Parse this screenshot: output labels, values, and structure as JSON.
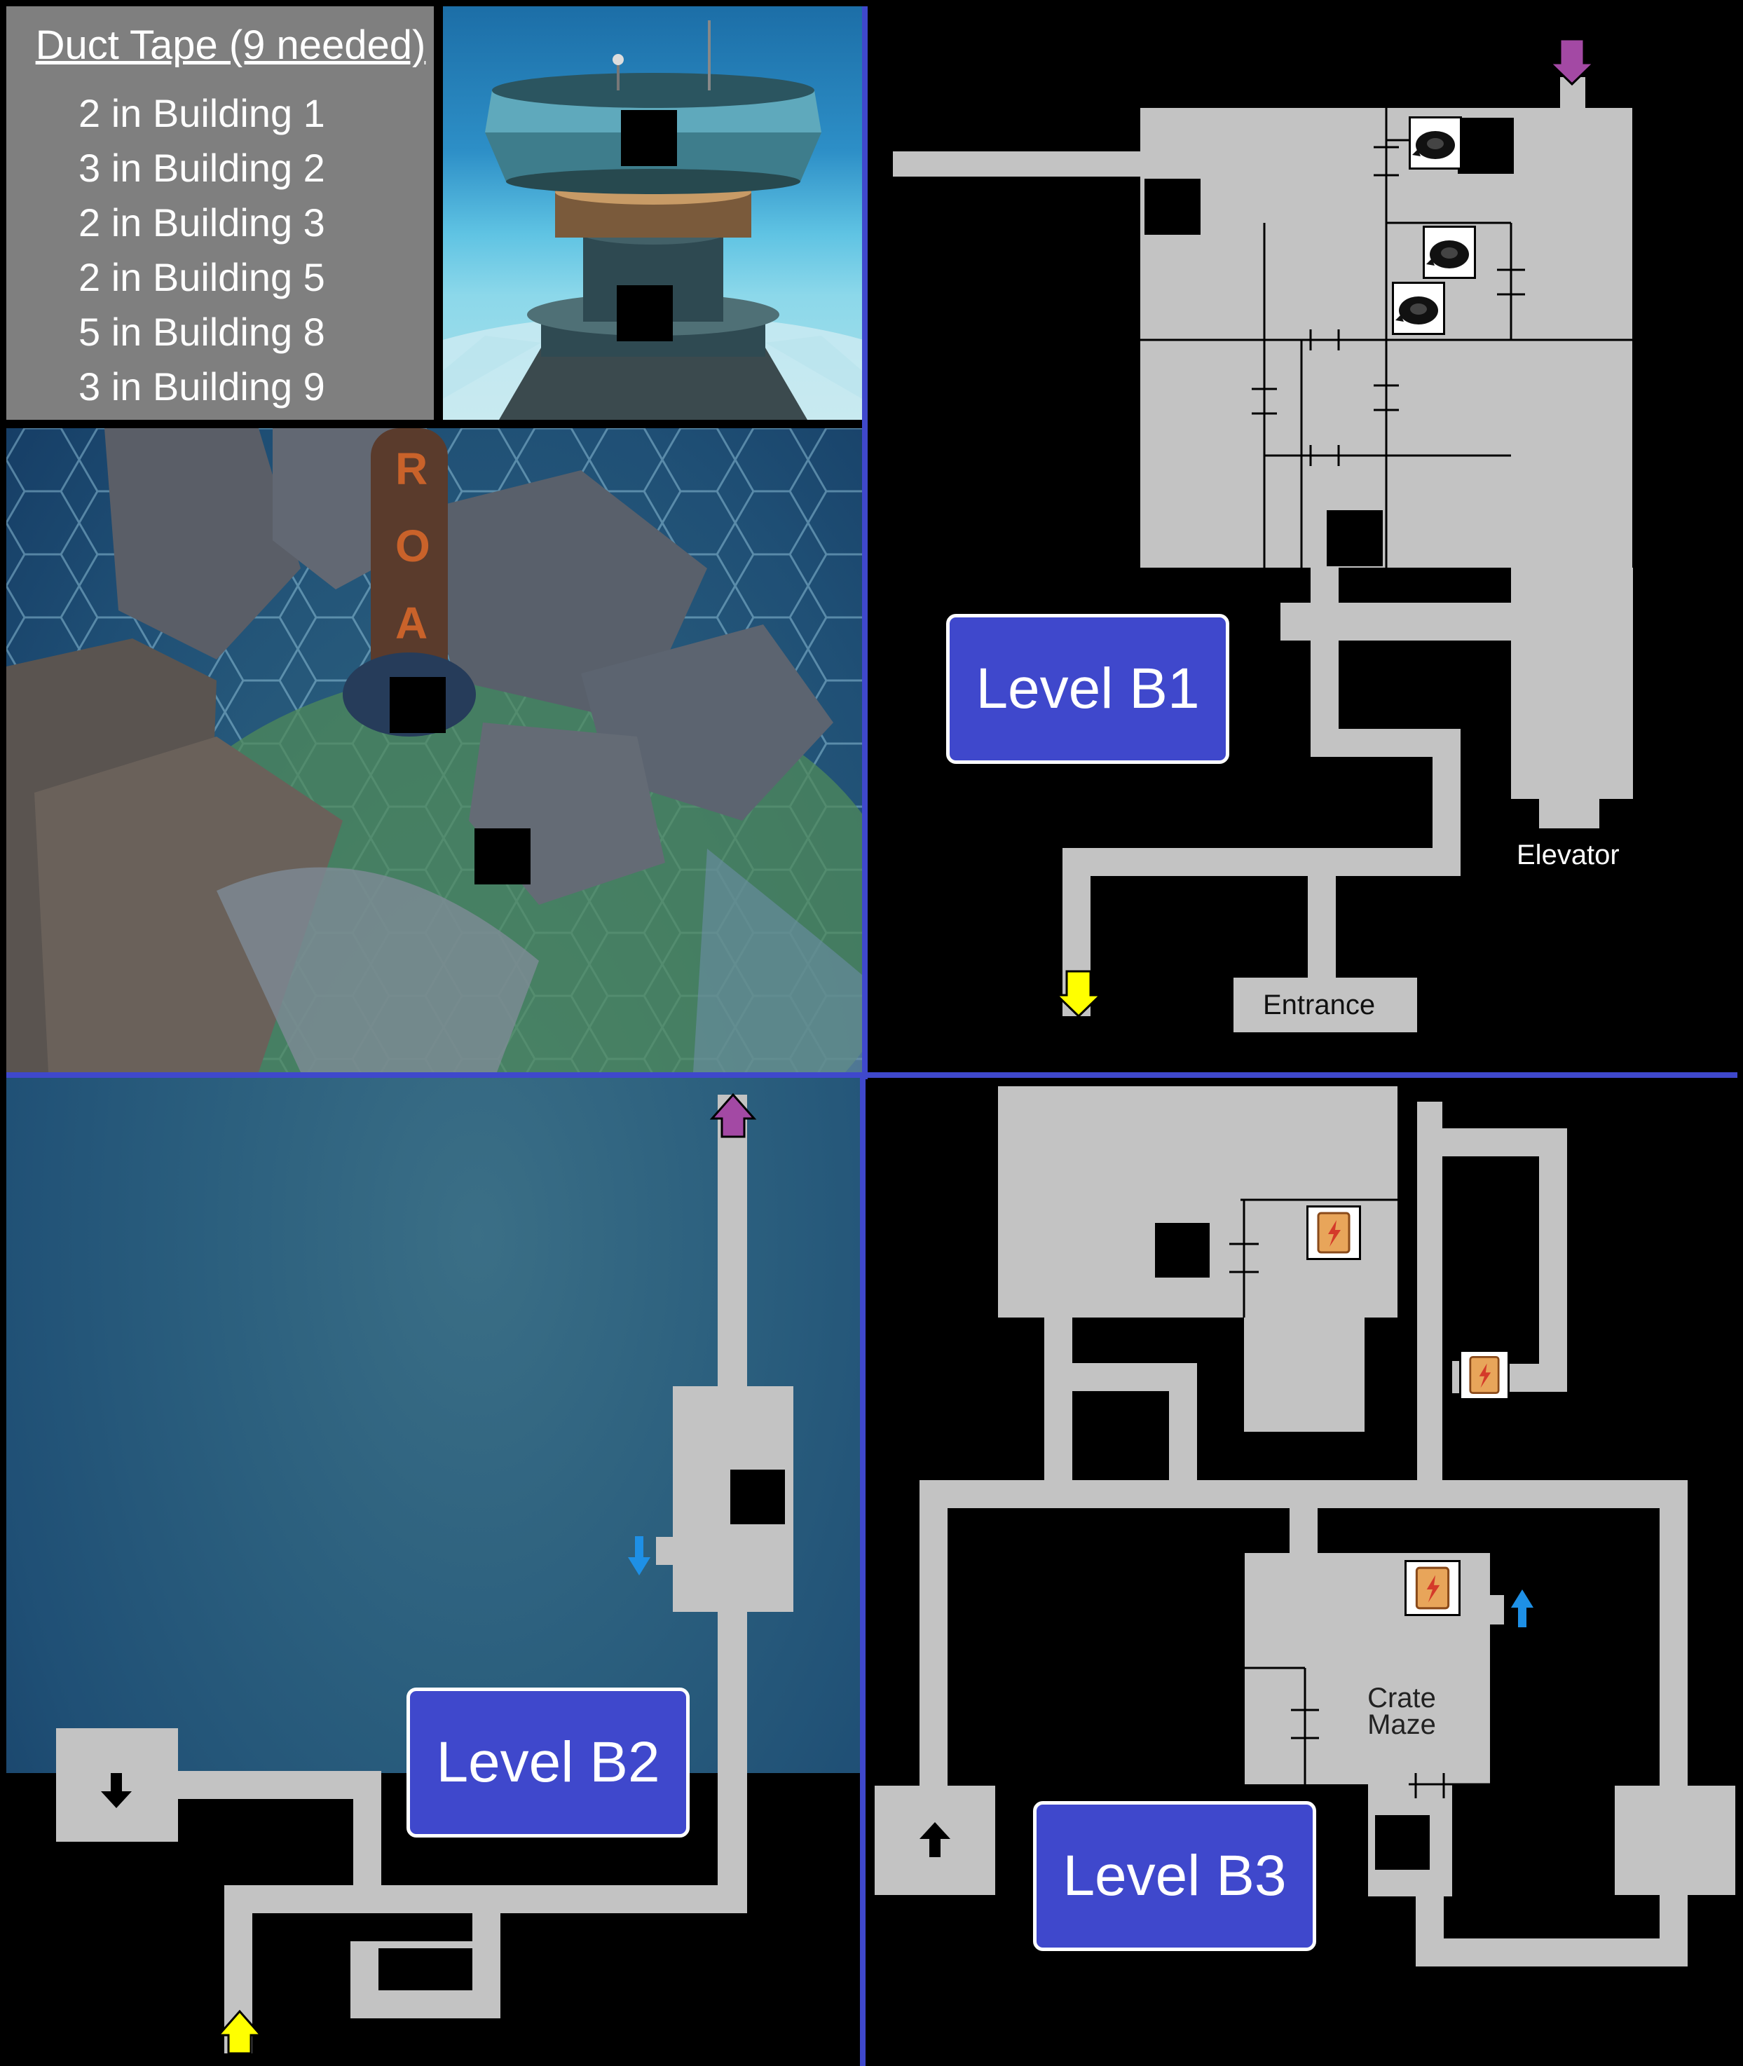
{
  "duct_tape": {
    "title": "Duct Tape (9 needed)",
    "rows": [
      "2 in Building 1",
      "3 in Building 2",
      "2 in Building 3",
      "2 in Building 5",
      "5 in Building 8",
      "3 in Building 9"
    ]
  },
  "levels": {
    "b1": {
      "label": "Level B1",
      "elevator": "Elevator",
      "entrance": "Entrance"
    },
    "b2": {
      "label": "Level B2"
    },
    "b3": {
      "label": "Level B3",
      "crate_maze_line1": "Crate",
      "crate_maze_line2": "Maze"
    }
  },
  "photo_signage": {
    "tower_letters": [
      "R",
      "O",
      "A"
    ]
  },
  "colors": {
    "background": "#000000",
    "corridor": "#c3c3c3",
    "divider": "#3f48cc",
    "label_fill": "#3f48cc",
    "arrow_purple": "#a349a4",
    "arrow_yellow": "#ffff00",
    "arrow_blue": "#1e90e6",
    "info_panel": "#7f7f7f"
  },
  "icons": {
    "duct_tape": "duct-tape-icon",
    "battery": "battery-icon",
    "redacted": "redacted-marker"
  }
}
